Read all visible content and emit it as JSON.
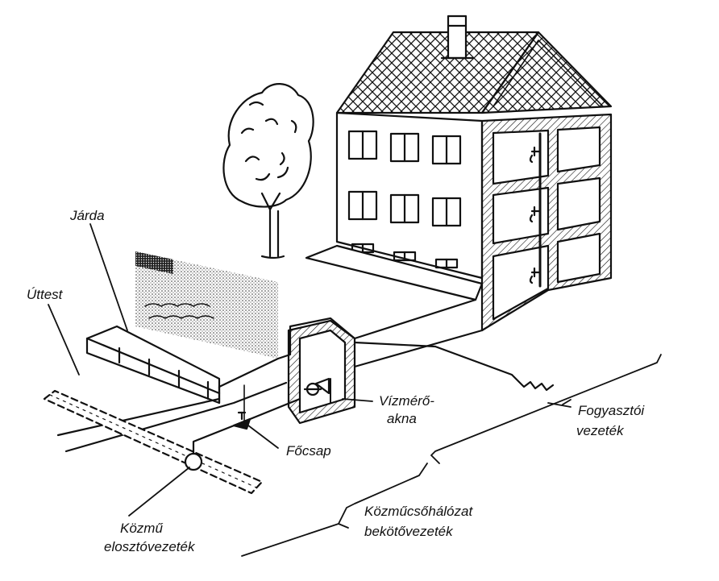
{
  "labels": {
    "jarda": "Járda",
    "uttest": "Úttest",
    "vizmero_1": "Vízmérő-",
    "vizmero_2": "akna",
    "focsap": "Főcsap",
    "fogyasztoi_1": "Fogyasztói",
    "fogyasztoi_2": "vezeték",
    "kozmu_1": "Közmű",
    "kozmu_2": "elosztóvezeték",
    "kozmucso_1": "Közműcsőhálózat",
    "kozmucso_2": "bekötővezeték"
  },
  "colors": {
    "ink": "#111111",
    "paper": "#ffffff"
  }
}
